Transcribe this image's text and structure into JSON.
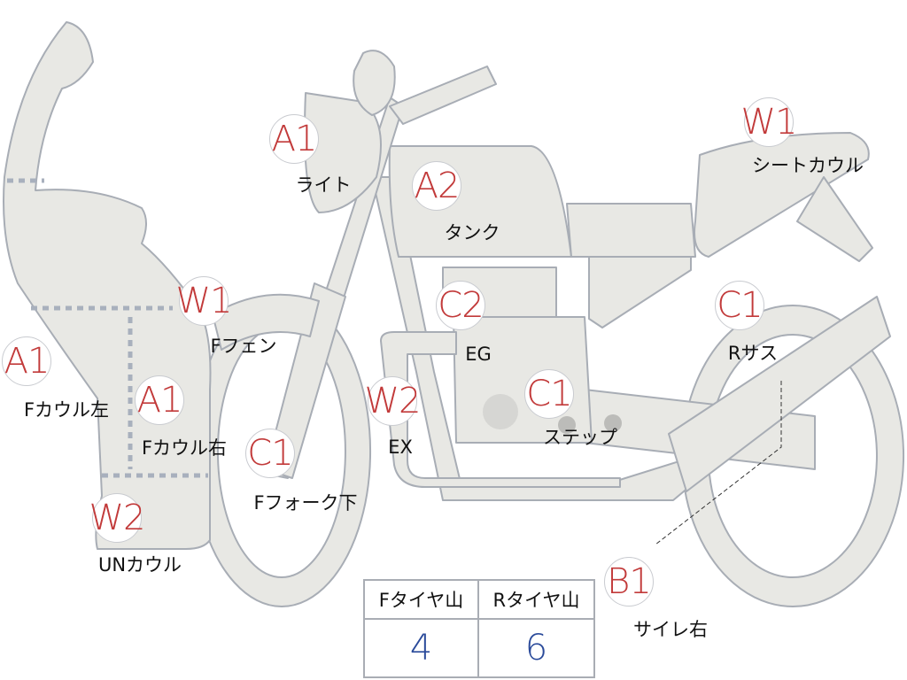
{
  "colors": {
    "body": "#e8e8e4",
    "outline": "#a8adb5",
    "grade": "#c23a3a",
    "value": "#2a4a9a"
  },
  "markers": [
    {
      "grade": "A1",
      "part": "ライト"
    },
    {
      "grade": "A2",
      "part": "タンク"
    },
    {
      "grade": "W1",
      "part": "シートカウル"
    },
    {
      "grade": "W1",
      "part": "Fフェン"
    },
    {
      "grade": "C2",
      "part": "EG"
    },
    {
      "grade": "C1",
      "part": "Rサス"
    },
    {
      "grade": "A1",
      "part": "Fカウル左"
    },
    {
      "grade": "A1",
      "part": "Fカウル右"
    },
    {
      "grade": "W2",
      "part": "EX"
    },
    {
      "grade": "C1",
      "part": "ステップ"
    },
    {
      "grade": "C1",
      "part": "Fフォーク下"
    },
    {
      "grade": "W2",
      "part": "UNカウル"
    },
    {
      "grade": "B1",
      "part": "サイレ右"
    }
  ],
  "tire_table": {
    "headers": [
      "Fタイヤ山",
      "Rタイヤ山"
    ],
    "values": [
      "4",
      "6"
    ]
  }
}
